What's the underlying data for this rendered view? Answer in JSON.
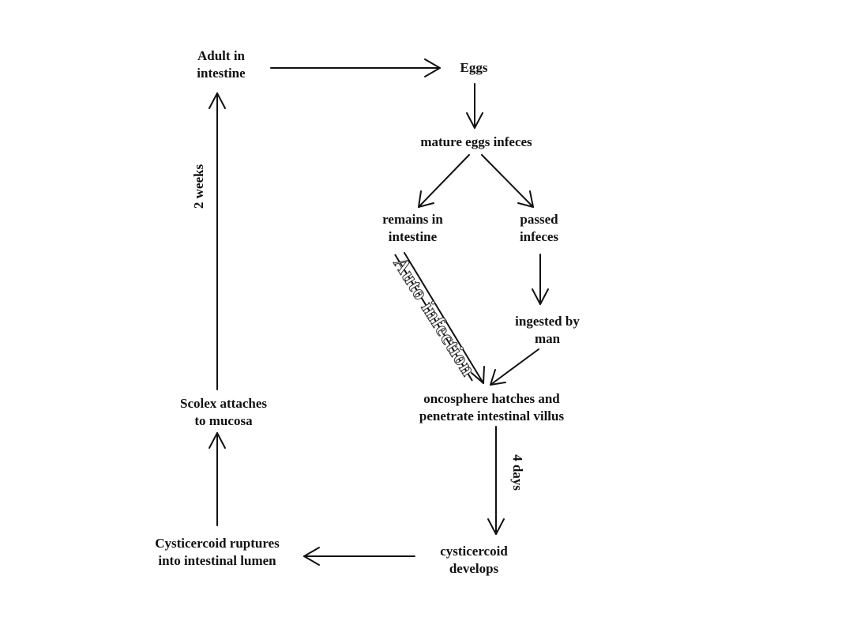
{
  "nodes": {
    "adult": [
      "Adult in",
      "intestine"
    ],
    "eggs": [
      "Eggs"
    ],
    "mature_eggs": [
      "mature eggs infeces"
    ],
    "remains": [
      "remains in",
      "intestine"
    ],
    "passed": [
      "passed",
      "infeces"
    ],
    "ingested": [
      "ingested by",
      "man"
    ],
    "oncosphere": [
      "oncosphere hatches and",
      "penetrate intestinal villus"
    ],
    "cysticercoid_develops": [
      "cysticercoid",
      "develops"
    ],
    "cysticercoid_ruptures": [
      "Cysticercoid ruptures",
      "into intestinal lumen"
    ],
    "scolex": [
      "Scolex attaches",
      "to mucosa"
    ]
  },
  "edge_labels": {
    "two_weeks": "2 weeks",
    "four_days": "4 days",
    "auto_infection": "Auto infection"
  },
  "colors": {
    "ink": "#111111",
    "background": "#ffffff"
  }
}
